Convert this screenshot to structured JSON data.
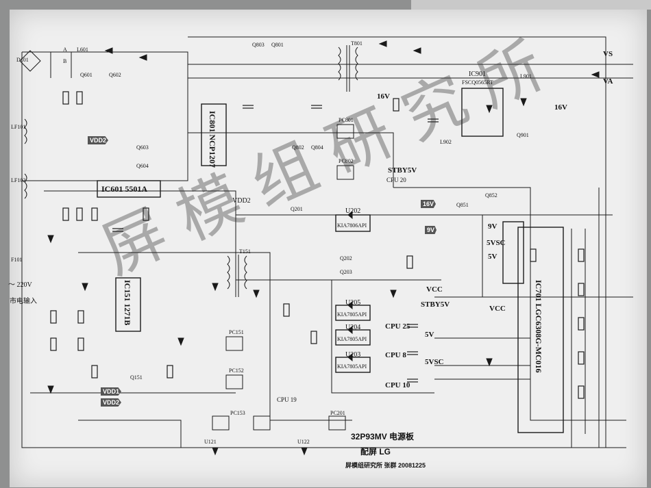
{
  "ics": {
    "ic601": "IC601  5501A",
    "ic801": "IC801  NCP1207",
    "ic151": "IC151  1271B",
    "ic901": "IC901",
    "ic901_part": "FSCQ0565RT",
    "ic701": "IC701  LGC6308G-MC016"
  },
  "regulators": [
    {
      "ref": "U202",
      "part": "KIA7806API"
    },
    {
      "ref": "U205",
      "part": "KIA7805API"
    },
    {
      "ref": "U204",
      "part": "KIA7805API"
    },
    {
      "ref": "U203",
      "part": "KIA7805API"
    }
  ],
  "rails": {
    "v16_a": "16V",
    "v16_b": "16V",
    "v9": "9V",
    "v9_b": "9V",
    "v5vsc": "5VSC",
    "v5": "5V",
    "vcc_a": "VCC",
    "vcc_b": "VCC",
    "stby_a": "STBY5V",
    "stby_b": "STBY5V",
    "v5_b": "5V",
    "v5vsc_b": "5VSC",
    "cpu20": "CPU 20",
    "cpu25": "CPU 25",
    "cpu8": "CPU 8",
    "cpu10": "CPU 10",
    "cpu19": "CPU 19",
    "vs": "VS",
    "va": "VA"
  },
  "tags": {
    "vdd2_a": "VDD2",
    "vdd2_b": "VDD2",
    "vdd1": "VDD1",
    "vdd2_c": "VDD2"
  },
  "mains": {
    "v220": "～ 220V",
    "input": "市电输入"
  },
  "title": {
    "model": "32P93MV 电源板",
    "panel": "配屏 LG",
    "author": "屏模组研究所 张群 20081225"
  },
  "parts": {
    "q801": "Q801",
    "q803": "Q803",
    "q601": "Q601",
    "q602": "Q602",
    "q603": "Q603",
    "q604": "Q604",
    "q802": "Q802",
    "q804": "Q804",
    "q201": "Q201",
    "q851": "Q851",
    "q852": "Q852",
    "q901": "Q901",
    "q151": "Q151",
    "q202": "Q202",
    "q203": "Q203",
    "t801": "T801",
    "t151": "T151",
    "pc801": "PC801",
    "pc802": "PC802",
    "pc151": "PC151",
    "pc152": "PC152",
    "pc153": "PC153",
    "pc201": "PC201",
    "d101": "D101",
    "f101": "F101",
    "lf101": "LF101",
    "lf102": "LF102",
    "l601": "L601",
    "l901": "L901",
    "l902": "L902",
    "u121": "U121",
    "u122": "U122",
    "za": "A",
    "zb": "B"
  },
  "colors": {
    "paper": "#efefef",
    "ink": "#1a1a1a",
    "watermark": "#2a2a2a"
  },
  "watermark": "屏模组研究所"
}
